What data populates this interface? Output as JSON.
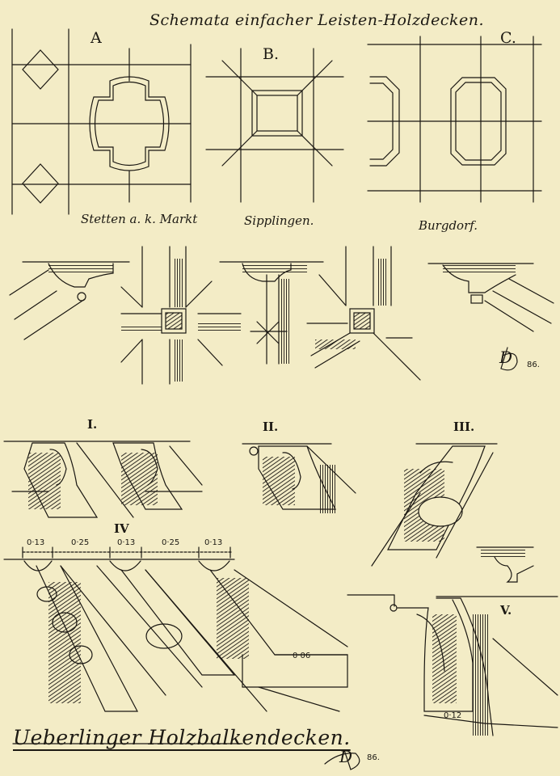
{
  "title": "Schemata einfacher Leisten-Holzdecken.",
  "schemata": [
    {
      "letter": "A",
      "place": "Stetten a. k. Markt"
    },
    {
      "letter": "B.",
      "place": "Sipplingen."
    },
    {
      "letter": "C.",
      "place": "Burgdorf."
    }
  ],
  "signature_top": {
    "initial": "D",
    "year": "86."
  },
  "details": [
    {
      "numeral": "I."
    },
    {
      "numeral": "II."
    },
    {
      "numeral": "III."
    },
    {
      "numeral": "IV"
    },
    {
      "numeral": "V."
    }
  ],
  "dimensions": {
    "iv_row": [
      "0·13",
      "0·25",
      "0·13",
      "0·25",
      "0·13"
    ],
    "iv_beam": "0·06",
    "v_width": "0·12"
  },
  "footer": {
    "caption": "Ueberlinger Holzbalkendecken.",
    "initial": "D",
    "year": "86."
  },
  "colors": {
    "paper": "#f3ecc6",
    "ink": "#1a1712"
  }
}
